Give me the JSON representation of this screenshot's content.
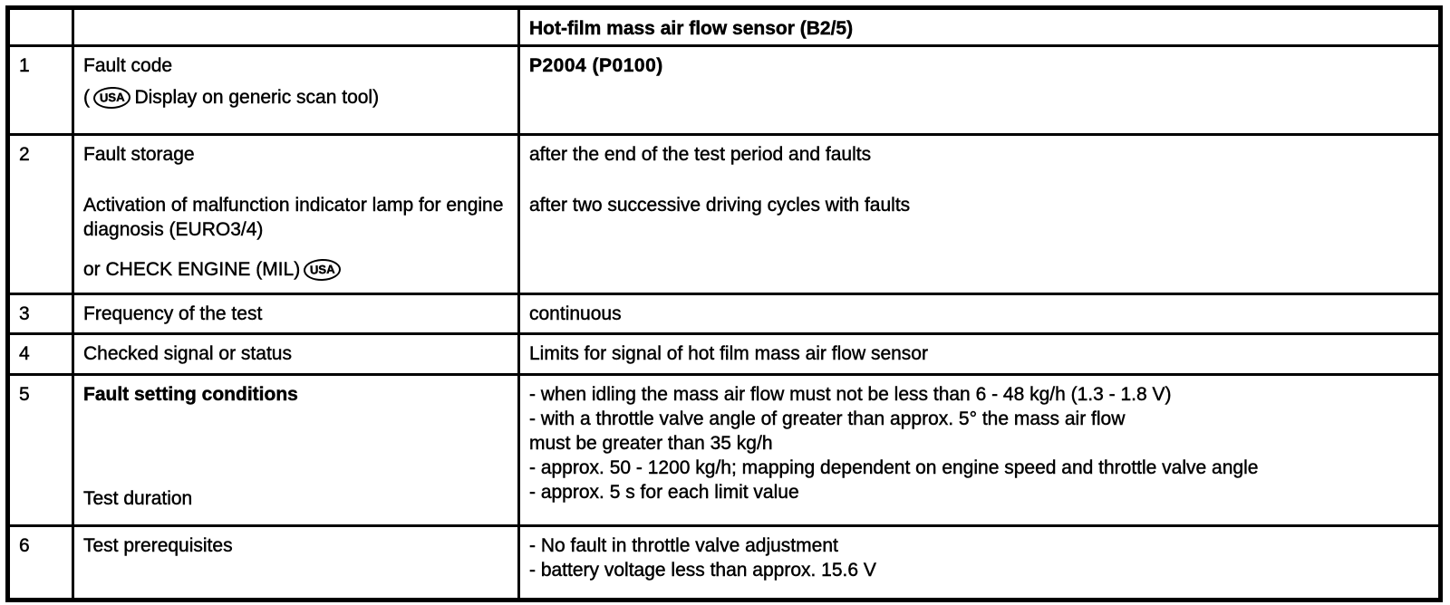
{
  "header": {
    "title": "Hot-film mass air flow sensor (B2/5)"
  },
  "rows": {
    "r1": {
      "num": "1",
      "label1": "Fault code",
      "paren_open": "(",
      "badge": "USA",
      "label2": "Display on generic scan tool)",
      "value": "P2004 (P0100)"
    },
    "r2": {
      "num": "2",
      "label1": "Fault storage",
      "label2": "Activation of malfunction indicator lamp for engine diagnosis (EURO3/4)",
      "label3": "or CHECK ENGINE (MIL)",
      "badge": "USA",
      "value1": "after the end of the test period and faults",
      "value2": "after two successive driving cycles with faults"
    },
    "r3": {
      "num": "3",
      "label": "Frequency of the test",
      "value": "continuous"
    },
    "r4": {
      "num": "4",
      "label": "Checked signal or status",
      "value": "Limits for signal of hot film mass air flow sensor"
    },
    "r5": {
      "num": "5",
      "label1": "Fault setting conditions",
      "label2": "Test duration",
      "value_lines": [
        "- when idling the mass air flow must not be less than 6 - 48 kg/h (1.3 - 1.8 V)",
        "- with a throttle valve angle of greater than approx. 5° the mass air flow",
        "must be greater than 35 kg/h",
        "- approx. 50 - 1200 kg/h; mapping dependent on engine speed and throttle valve angle",
        "- approx. 5 s for each limit value"
      ]
    },
    "r6": {
      "num": "6",
      "label": "Test prerequisites",
      "value_lines": [
        "- No fault in throttle valve adjustment",
        "- battery voltage less than approx. 15.6 V"
      ]
    }
  },
  "colors": {
    "ink": "#000000",
    "paper": "#ffffff"
  }
}
